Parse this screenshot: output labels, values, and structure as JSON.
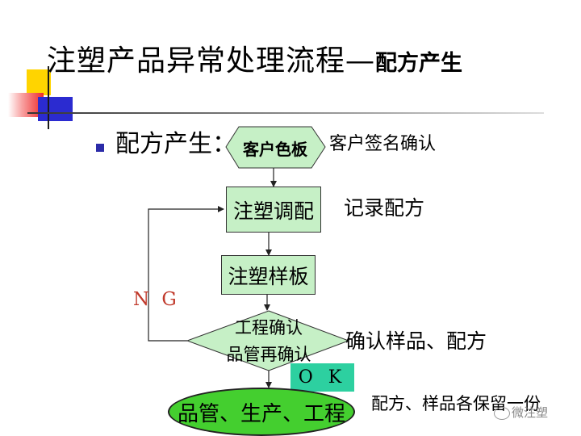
{
  "title": {
    "main": "注塑产品异常处理流程—",
    "sub": "配方产生"
  },
  "bullet_text": "配方产生：",
  "flow": {
    "start": "客户色板",
    "step1": "注塑调配",
    "step2": "注塑样板",
    "decision_line1": "工程确认",
    "decision_line2": "品管再确认",
    "end": "品管、生产、工程"
  },
  "labels": {
    "sign": "客户签名确认",
    "record": "记录配方",
    "confirm": "确认样品、配方",
    "keep": "配方、样品各保留一份",
    "ng": "N G",
    "ok": "O K"
  },
  "watermark": "微注塑",
  "colors": {
    "box_fill": "#c6f0c6",
    "end_fill": "#44cf2f",
    "ok_fill": "#2dd0a0",
    "ng_text": "#c0392b",
    "bullet": "#2b2ba8"
  }
}
